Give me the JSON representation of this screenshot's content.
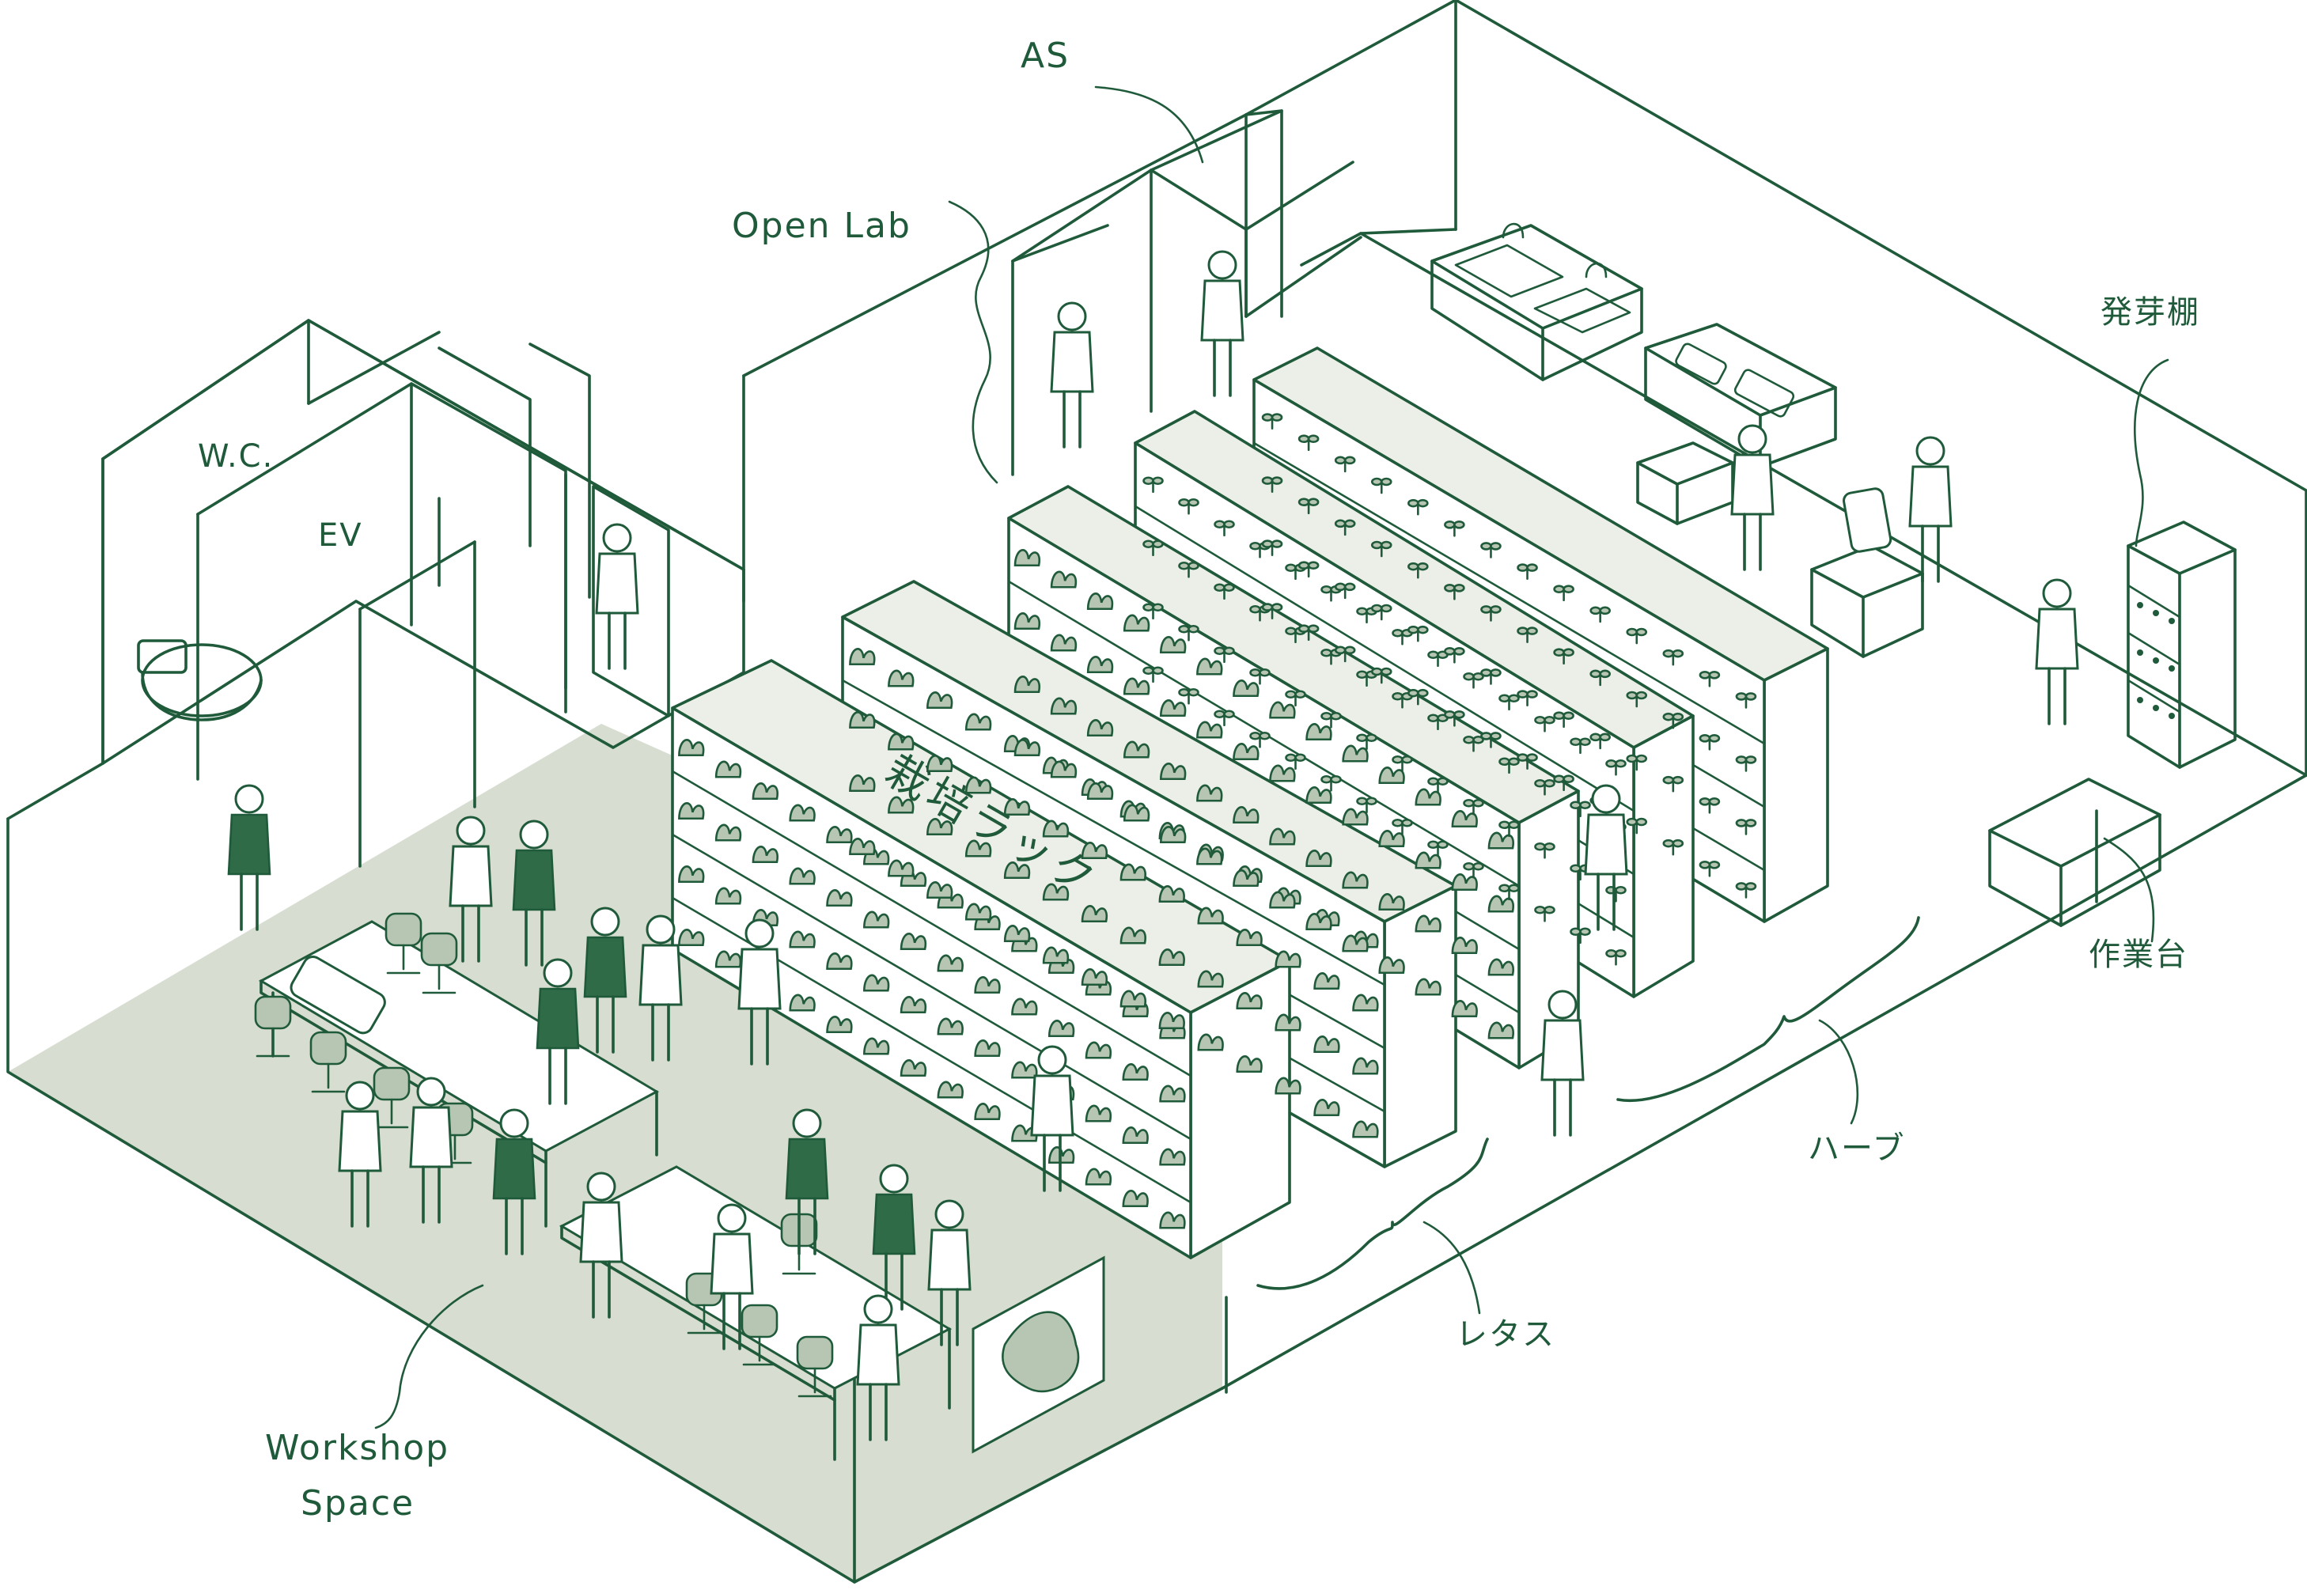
{
  "labels": {
    "as": "AS",
    "open_lab": "Open Lab",
    "wc": "W.C.",
    "ev": "EV",
    "germination_shelf": "発芽棚",
    "cultivation_rack": "栽培ラック",
    "workbench": "作業台",
    "herbs": "ハーブ",
    "lettuce": "レタス",
    "workshop_space_line1": "Workshop",
    "workshop_space_line2": "Space"
  },
  "colors": {
    "ink": "#1f5a3a",
    "floor_tint": "#d7ddd0",
    "rack_top": "#eceee8",
    "background": "#ffffff"
  },
  "racks": [
    {
      "id": "rack-1",
      "crop": "lettuce"
    },
    {
      "id": "rack-2",
      "crop": "lettuce"
    },
    {
      "id": "rack-3",
      "crop": "lettuce"
    },
    {
      "id": "rack-4",
      "crop": "herbs"
    },
    {
      "id": "rack-5",
      "crop": "herbs"
    }
  ]
}
